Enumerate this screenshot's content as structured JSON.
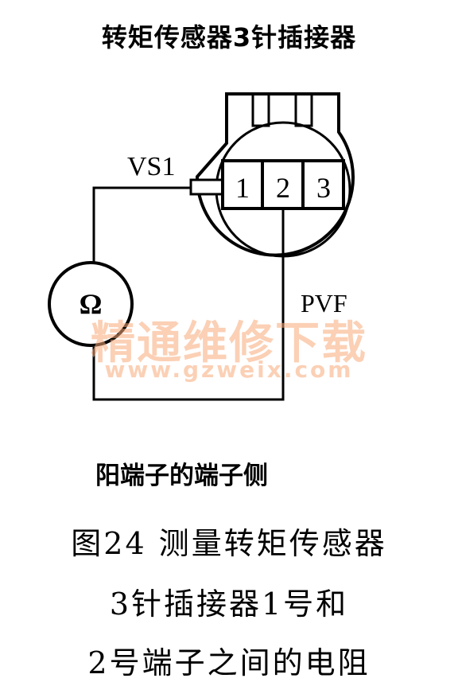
{
  "title": "转矩传感器3针插接器",
  "connector": {
    "pins": [
      "1",
      "2",
      "3"
    ]
  },
  "labels": {
    "vs1": "VS1",
    "pvf": "PVF",
    "ohm": "Ω"
  },
  "watermark": {
    "line1": "精通维修下载",
    "line2": "www.gzweix.com"
  },
  "subtitle": "阳端子的端子侧",
  "caption": {
    "line1": "图24  测量转矩传感器",
    "line2": "3针插接器1号和",
    "line3": "2号端子之间的电阻"
  },
  "colors": {
    "line": "#000000",
    "watermark": "#f7aa78"
  }
}
